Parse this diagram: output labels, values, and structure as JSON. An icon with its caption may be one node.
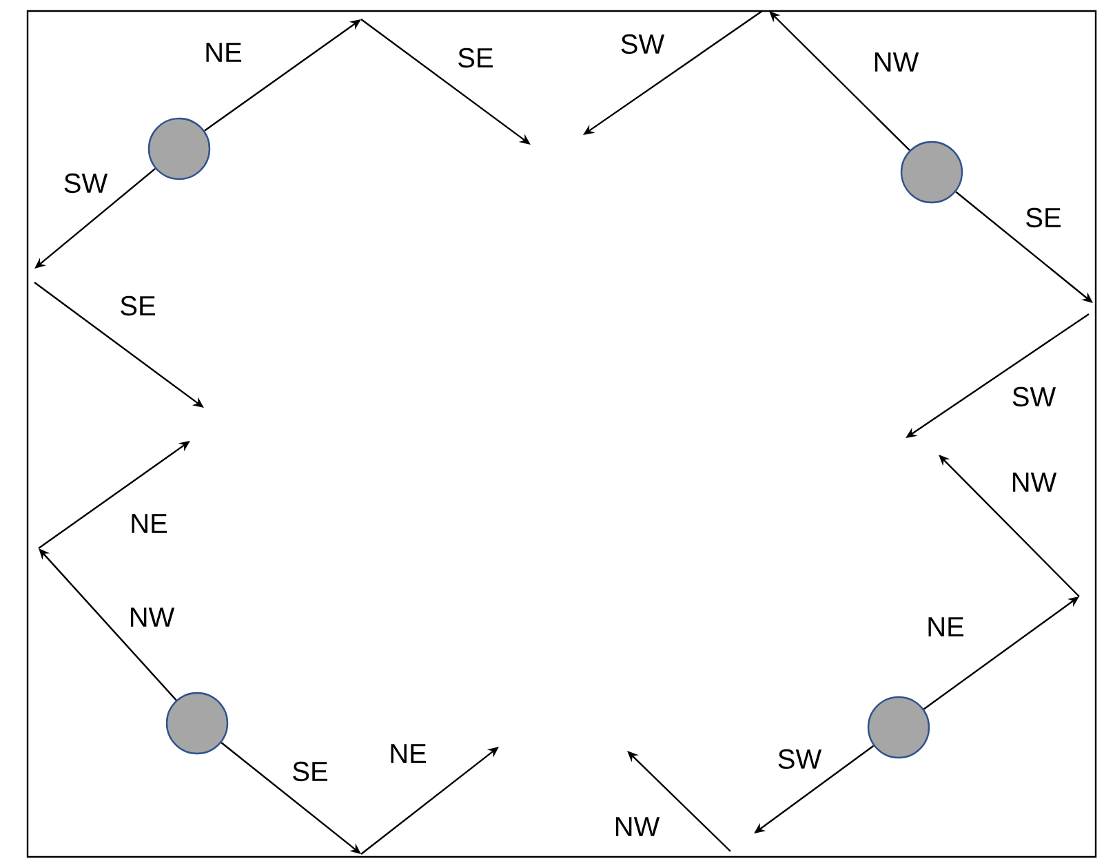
{
  "diagram": {
    "nodes": [
      {
        "text": [],
        "shape": "circle"
      },
      {
        "text": [],
        "shape": "circle"
      },
      {
        "text": [],
        "shape": "circle"
      },
      {
        "text": [],
        "shape": "circle"
      }
    ],
    "edges": [
      {
        "from": 0,
        "to": null,
        "arrow": "to",
        "label": "NE"
      },
      {
        "from": 0,
        "to": null,
        "arrow": "to",
        "label": "SW"
      },
      {
        "from": 1,
        "to": null,
        "arrow": "to",
        "label": "NW"
      },
      {
        "from": 1,
        "to": null,
        "arrow": "to",
        "label": "SE"
      },
      {
        "from": 2,
        "to": null,
        "arrow": "to",
        "label": "NW"
      },
      {
        "from": 2,
        "to": null,
        "arrow": "to",
        "label": "SE"
      },
      {
        "from": 3,
        "to": null,
        "arrow": "to",
        "label": "NE"
      },
      {
        "from": 3,
        "to": null,
        "arrow": "to",
        "label": "SW"
      }
    ],
    "labels": [
      "SE",
      "SE",
      "SW",
      "SW",
      "NE",
      "NW",
      "NE",
      "NW"
    ]
  }
}
